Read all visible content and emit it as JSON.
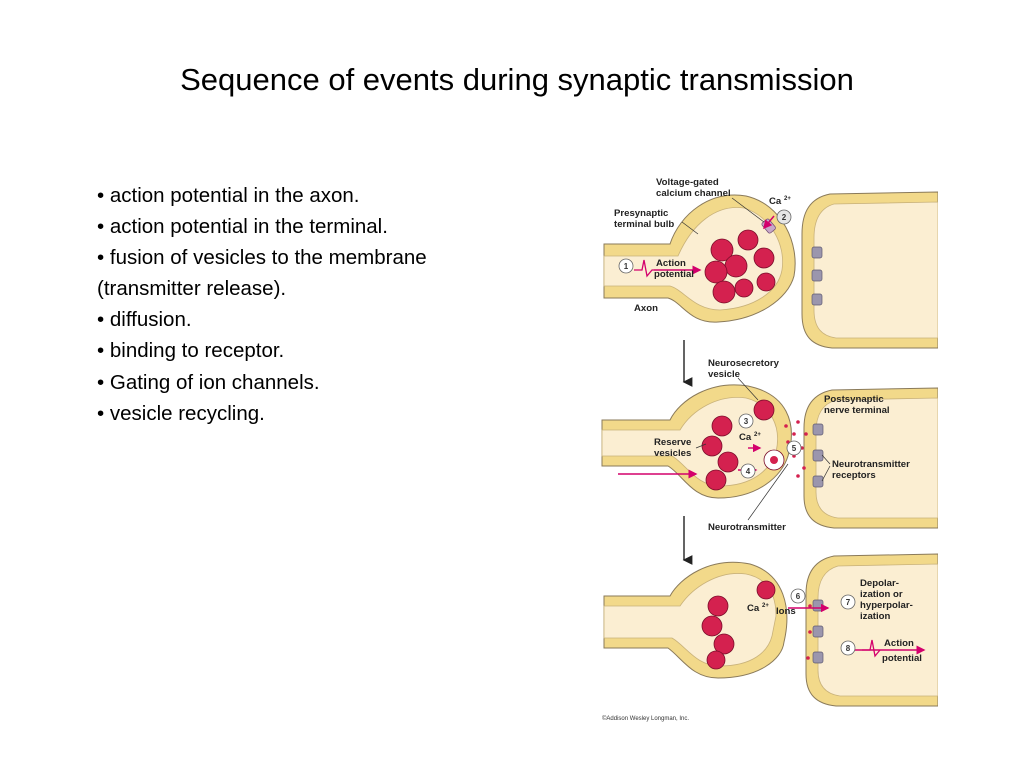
{
  "slide": {
    "title": "Sequence of events during synaptic transmission",
    "bullets": [
      "• action potential in the axon.",
      "• action potential in the terminal.",
      "• fusion of vesicles to the membrane",
      " (transmitter release).",
      "• diffusion.",
      "• binding to receptor.",
      "• Gating of ion channels.",
      "• vesicle recycling."
    ]
  },
  "figure": {
    "labels": {
      "voltage_gated_1": "Voltage-gated",
      "voltage_gated_2": "calcium channel",
      "presynaptic_1": "Presynaptic",
      "presynaptic_2": "terminal bulb",
      "ca_top": "Ca",
      "action_1a": "Action",
      "action_1b": "potential",
      "axon": "Axon",
      "neurosecretory_1": "Neurosecretory",
      "neurosecretory_2": "vesicle",
      "postsynaptic_1": "Postsynaptic",
      "postsynaptic_2": "nerve terminal",
      "reserve_1": "Reserve",
      "reserve_2": "vesicles",
      "ca_mid": "Ca",
      "nt_receptors_1": "Neurotransmitter",
      "nt_receptors_2": "receptors",
      "neurotransmitter": "Neurotransmitter",
      "ca_bot": "Ca",
      "ions": "Ions",
      "depol_1": "Depolar-",
      "depol_2": "ization or",
      "depol_3": "hyperpolar-",
      "depol_4": "ization",
      "action_8a": "Action",
      "action_8b": "potential",
      "ca_superscript": "2+",
      "copyright": "©Addison Wesley Longman, Inc."
    },
    "steps": [
      "1",
      "2",
      "3",
      "4",
      "5",
      "6",
      "7",
      "8"
    ],
    "colors": {
      "membrane": "#f2d98a",
      "cytoplasm": "#fbeed2",
      "outline": "#8a7a5a",
      "vesicle": "#d4214f",
      "accent": "#d3006c",
      "channel": "#9b96ad"
    }
  }
}
